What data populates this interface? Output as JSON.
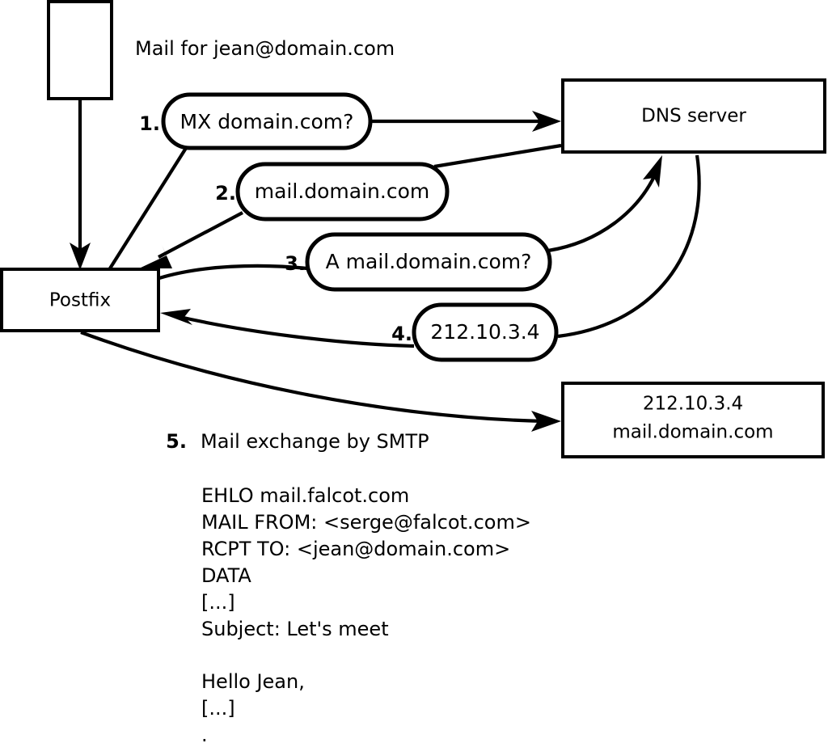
{
  "diagram": {
    "title_note": "Mail for jean@domain.com",
    "nodes": [
      {
        "id": "client",
        "label": "",
        "kind": "box-empty"
      },
      {
        "id": "postfix",
        "label": "Postfix",
        "kind": "box"
      },
      {
        "id": "dns",
        "label": "DNS server",
        "kind": "box"
      },
      {
        "id": "mailserver",
        "label_line1": "212.10.3.4",
        "label_line2": "mail.domain.com",
        "kind": "box"
      }
    ],
    "steps": [
      {
        "num": "1.",
        "label": "MX domain.com?"
      },
      {
        "num": "2.",
        "label": "mail.domain.com"
      },
      {
        "num": "3.",
        "label": "A mail.domain.com?"
      },
      {
        "num": "4.",
        "label": "212.10.3.4"
      }
    ],
    "step5": {
      "num": "5.",
      "label": "Mail exchange by SMTP"
    },
    "transcript": [
      "EHLO mail.falcot.com",
      "MAIL FROM: <serge@falcot.com>",
      "RCPT TO: <jean@domain.com>",
      "DATA",
      "[...]",
      "Subject: Let's meet",
      "",
      "Hello Jean,",
      "[...]",
      "",
      "."
    ],
    "colors": {
      "stroke": "#000000",
      "fill": "#ffffff",
      "text": "#000000"
    }
  }
}
